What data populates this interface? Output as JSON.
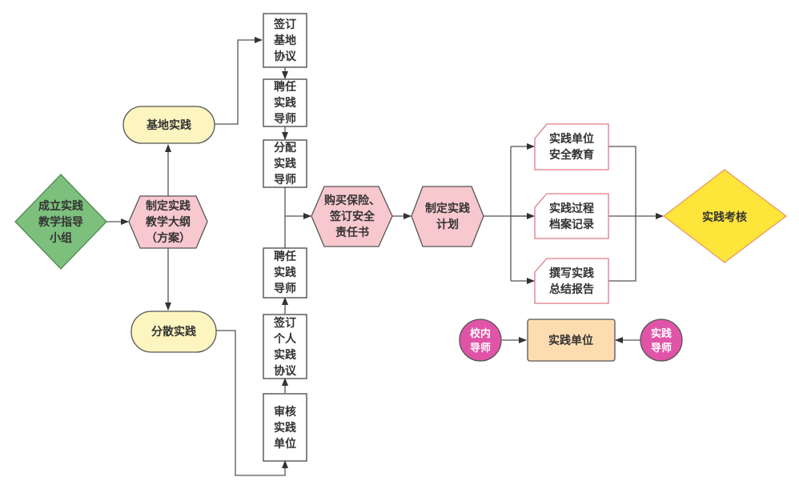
{
  "colors": {
    "green_fill": "#7dc07d",
    "green_stroke": "#4d8a4d",
    "pink_fill": "#f8c8cf",
    "pink_stroke": "#555555",
    "yellow_light_fill": "#fdf5bf",
    "yellow_diamond_fill": "#fde53a",
    "yellow_diamond_stroke": "#e89a6a",
    "doc_stroke": "#e07a85",
    "magenta_fill": "#e054a8",
    "peach_fill": "#fddcb0",
    "edge": "#555555"
  },
  "nodes": {
    "start": {
      "lines": [
        "成立实践",
        "教学指导",
        "小组"
      ]
    },
    "outline": {
      "lines": [
        "制定实践",
        "教学大纲",
        "（方案）"
      ]
    },
    "base_practice": {
      "lines": [
        "基地实践"
      ]
    },
    "dispersed_practice": {
      "lines": [
        "分散实践"
      ]
    },
    "sign_base_agreement": {
      "lines": [
        "签订",
        "基地",
        "协议"
      ]
    },
    "hire_mentor_top": {
      "lines": [
        "聘任",
        "实践",
        "导师"
      ]
    },
    "assign_mentor": {
      "lines": [
        "分配",
        "实践",
        "导师"
      ]
    },
    "hire_mentor_bottom": {
      "lines": [
        "聘任",
        "实践",
        "导师"
      ]
    },
    "sign_personal_agreement": {
      "lines": [
        "签订",
        "个人",
        "实践",
        "协议"
      ]
    },
    "review_unit": {
      "lines": [
        "审核",
        "实践",
        "单位"
      ]
    },
    "insurance": {
      "lines": [
        "购买保险、",
        "签订安全",
        "责任书"
      ]
    },
    "plan": {
      "lines": [
        "制定实践",
        "计划"
      ]
    },
    "safety_education": {
      "lines": [
        "实践单位",
        "安全教育"
      ]
    },
    "process_record": {
      "lines": [
        "实践过程",
        "档案记录"
      ]
    },
    "summary_report": {
      "lines": [
        "撰写实践",
        "总结报告"
      ]
    },
    "assessment": {
      "lines": [
        "实践考核"
      ]
    },
    "campus_mentor": {
      "lines": [
        "校内",
        "导师"
      ]
    },
    "practice_unit": {
      "lines": [
        "实践单位"
      ]
    },
    "practice_mentor": {
      "lines": [
        "实践",
        "导师"
      ]
    }
  }
}
